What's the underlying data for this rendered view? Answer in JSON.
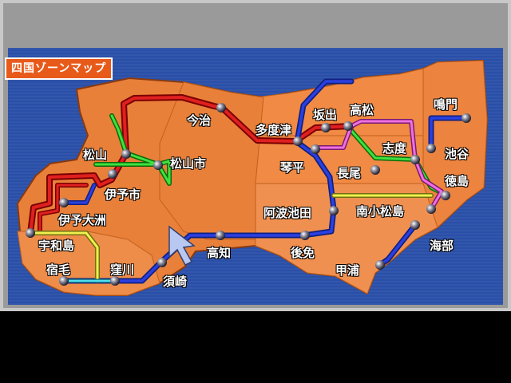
{
  "window": {
    "title": "四国ゾーンマップ"
  },
  "stations": [
    {
      "id": "imabari",
      "label": "今治"
    },
    {
      "id": "tadotsu",
      "label": "多度津"
    },
    {
      "id": "sakaide",
      "label": "坂出"
    },
    {
      "id": "takamatsu",
      "label": "高松"
    },
    {
      "id": "naruto",
      "label": "鳴門"
    },
    {
      "id": "matsuyama",
      "label": "松山"
    },
    {
      "id": "matsuyamashi",
      "label": "松山市"
    },
    {
      "id": "iyoshi",
      "label": "伊予市"
    },
    {
      "id": "kotohira",
      "label": "琴平"
    },
    {
      "id": "nagao",
      "label": "長尾"
    },
    {
      "id": "shido",
      "label": "志度"
    },
    {
      "id": "ikeda_tani",
      "label": "池谷"
    },
    {
      "id": "tokushima",
      "label": "徳島"
    },
    {
      "id": "iyoozu",
      "label": "伊予大洲"
    },
    {
      "id": "awaikeda",
      "label": "阿波池田"
    },
    {
      "id": "minamikomatsushima",
      "label": "南小松島"
    },
    {
      "id": "uwajima",
      "label": "宇和島"
    },
    {
      "id": "kaifu",
      "label": "海部"
    },
    {
      "id": "kochi",
      "label": "高知"
    },
    {
      "id": "gomen",
      "label": "後免"
    },
    {
      "id": "sukumo",
      "label": "宿毛"
    },
    {
      "id": "kubokawa",
      "label": "窪川"
    },
    {
      "id": "susaki",
      "label": "須崎"
    },
    {
      "id": "konoura",
      "label": "甲浦"
    }
  ],
  "colors": {
    "sea": "#2a4fa8",
    "land": "#e8803a",
    "land_light": "#f0a070",
    "red_line": "#d81818",
    "blue_line": "#1830d0",
    "green_line": "#30c030",
    "pink_line": "#f060d0",
    "yellow_line": "#f0f040",
    "cyan_line": "#40d0f0",
    "title_bg": "#e85a1a"
  },
  "icons": {
    "cursor": "arrow-cursor-icon",
    "station": "station-node-icon"
  }
}
